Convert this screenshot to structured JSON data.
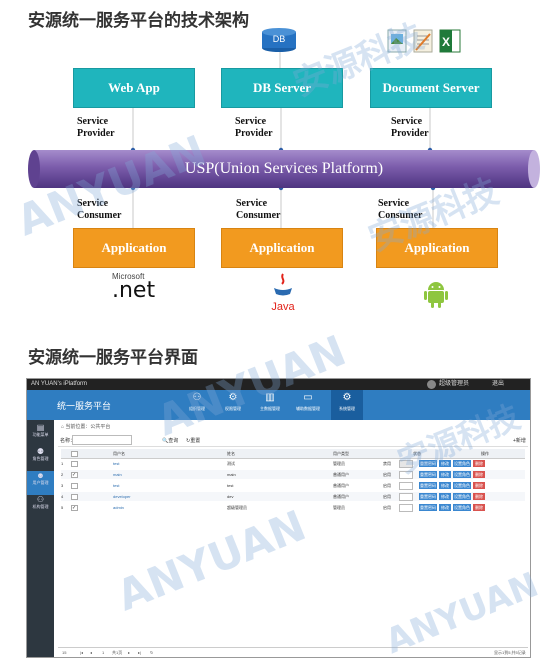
{
  "arch_title": "安源统一服务平台的技术架构",
  "ui_title": "安源统一服务平台界面",
  "db_label": "DB",
  "servers": [
    "Web App",
    "DB Server",
    "Document Server"
  ],
  "provider_label": [
    "Service",
    "Provider"
  ],
  "platform_label": "USP(Union Services Platform)",
  "consumer_label": [
    "Service",
    "Consumer"
  ],
  "applications": [
    "Application",
    "Application",
    "Application"
  ],
  "logos": {
    "microsoft_small": "Microsoft",
    "dotnet": ".net",
    "java": "Java"
  },
  "watermark": {
    "cn": "安源科技",
    "en": "ANYUAN"
  },
  "colors": {
    "teal": "#1fb5bd",
    "orange": "#f29a1f",
    "pipe": "#7b5cab",
    "header_blue": "#2f7dc1"
  },
  "app": {
    "window_title": "AN YUAN's iPlatform",
    "user": "超级管理员",
    "logout": "退出",
    "brand": "统一服务平台",
    "nav": [
      "组织管理",
      "权限管理",
      "主数据管理",
      "辅助数据管理",
      "系统管理"
    ],
    "side": [
      "功能菜单",
      "角色管理",
      "用户管理",
      "机构管理"
    ],
    "breadcrumb": "当前位置：公共平台",
    "search_label": "名称：",
    "search_btn": "查询",
    "reset_btn": "重置",
    "add_btn": "新增",
    "columns": [
      "",
      "",
      "用户名",
      "姓名",
      "用户类型",
      "状态",
      "操作"
    ],
    "rows": [
      {
        "n": "1",
        "checked": false,
        "username": "test",
        "name": "测试",
        "type": "管理员",
        "status": "禁用"
      },
      {
        "n": "2",
        "checked": true,
        "username": "main",
        "name": "main",
        "type": "普通用户",
        "status": "启用"
      },
      {
        "n": "3",
        "checked": false,
        "username": "test",
        "name": "test",
        "type": "普通用户",
        "status": "启用"
      },
      {
        "n": "4",
        "checked": false,
        "username": "developer",
        "name": "dev",
        "type": "普通用户",
        "status": "启用"
      },
      {
        "n": "5",
        "checked": true,
        "username": "admin",
        "name": "超级管理员",
        "type": "管理员",
        "status": "启用"
      }
    ],
    "ops": [
      "重置密码",
      "修改",
      "设置角色",
      "删除"
    ],
    "pager": {
      "size": "15",
      "page": "1",
      "total_pages": "共1页",
      "info": "显示1到5,共5记录"
    }
  }
}
